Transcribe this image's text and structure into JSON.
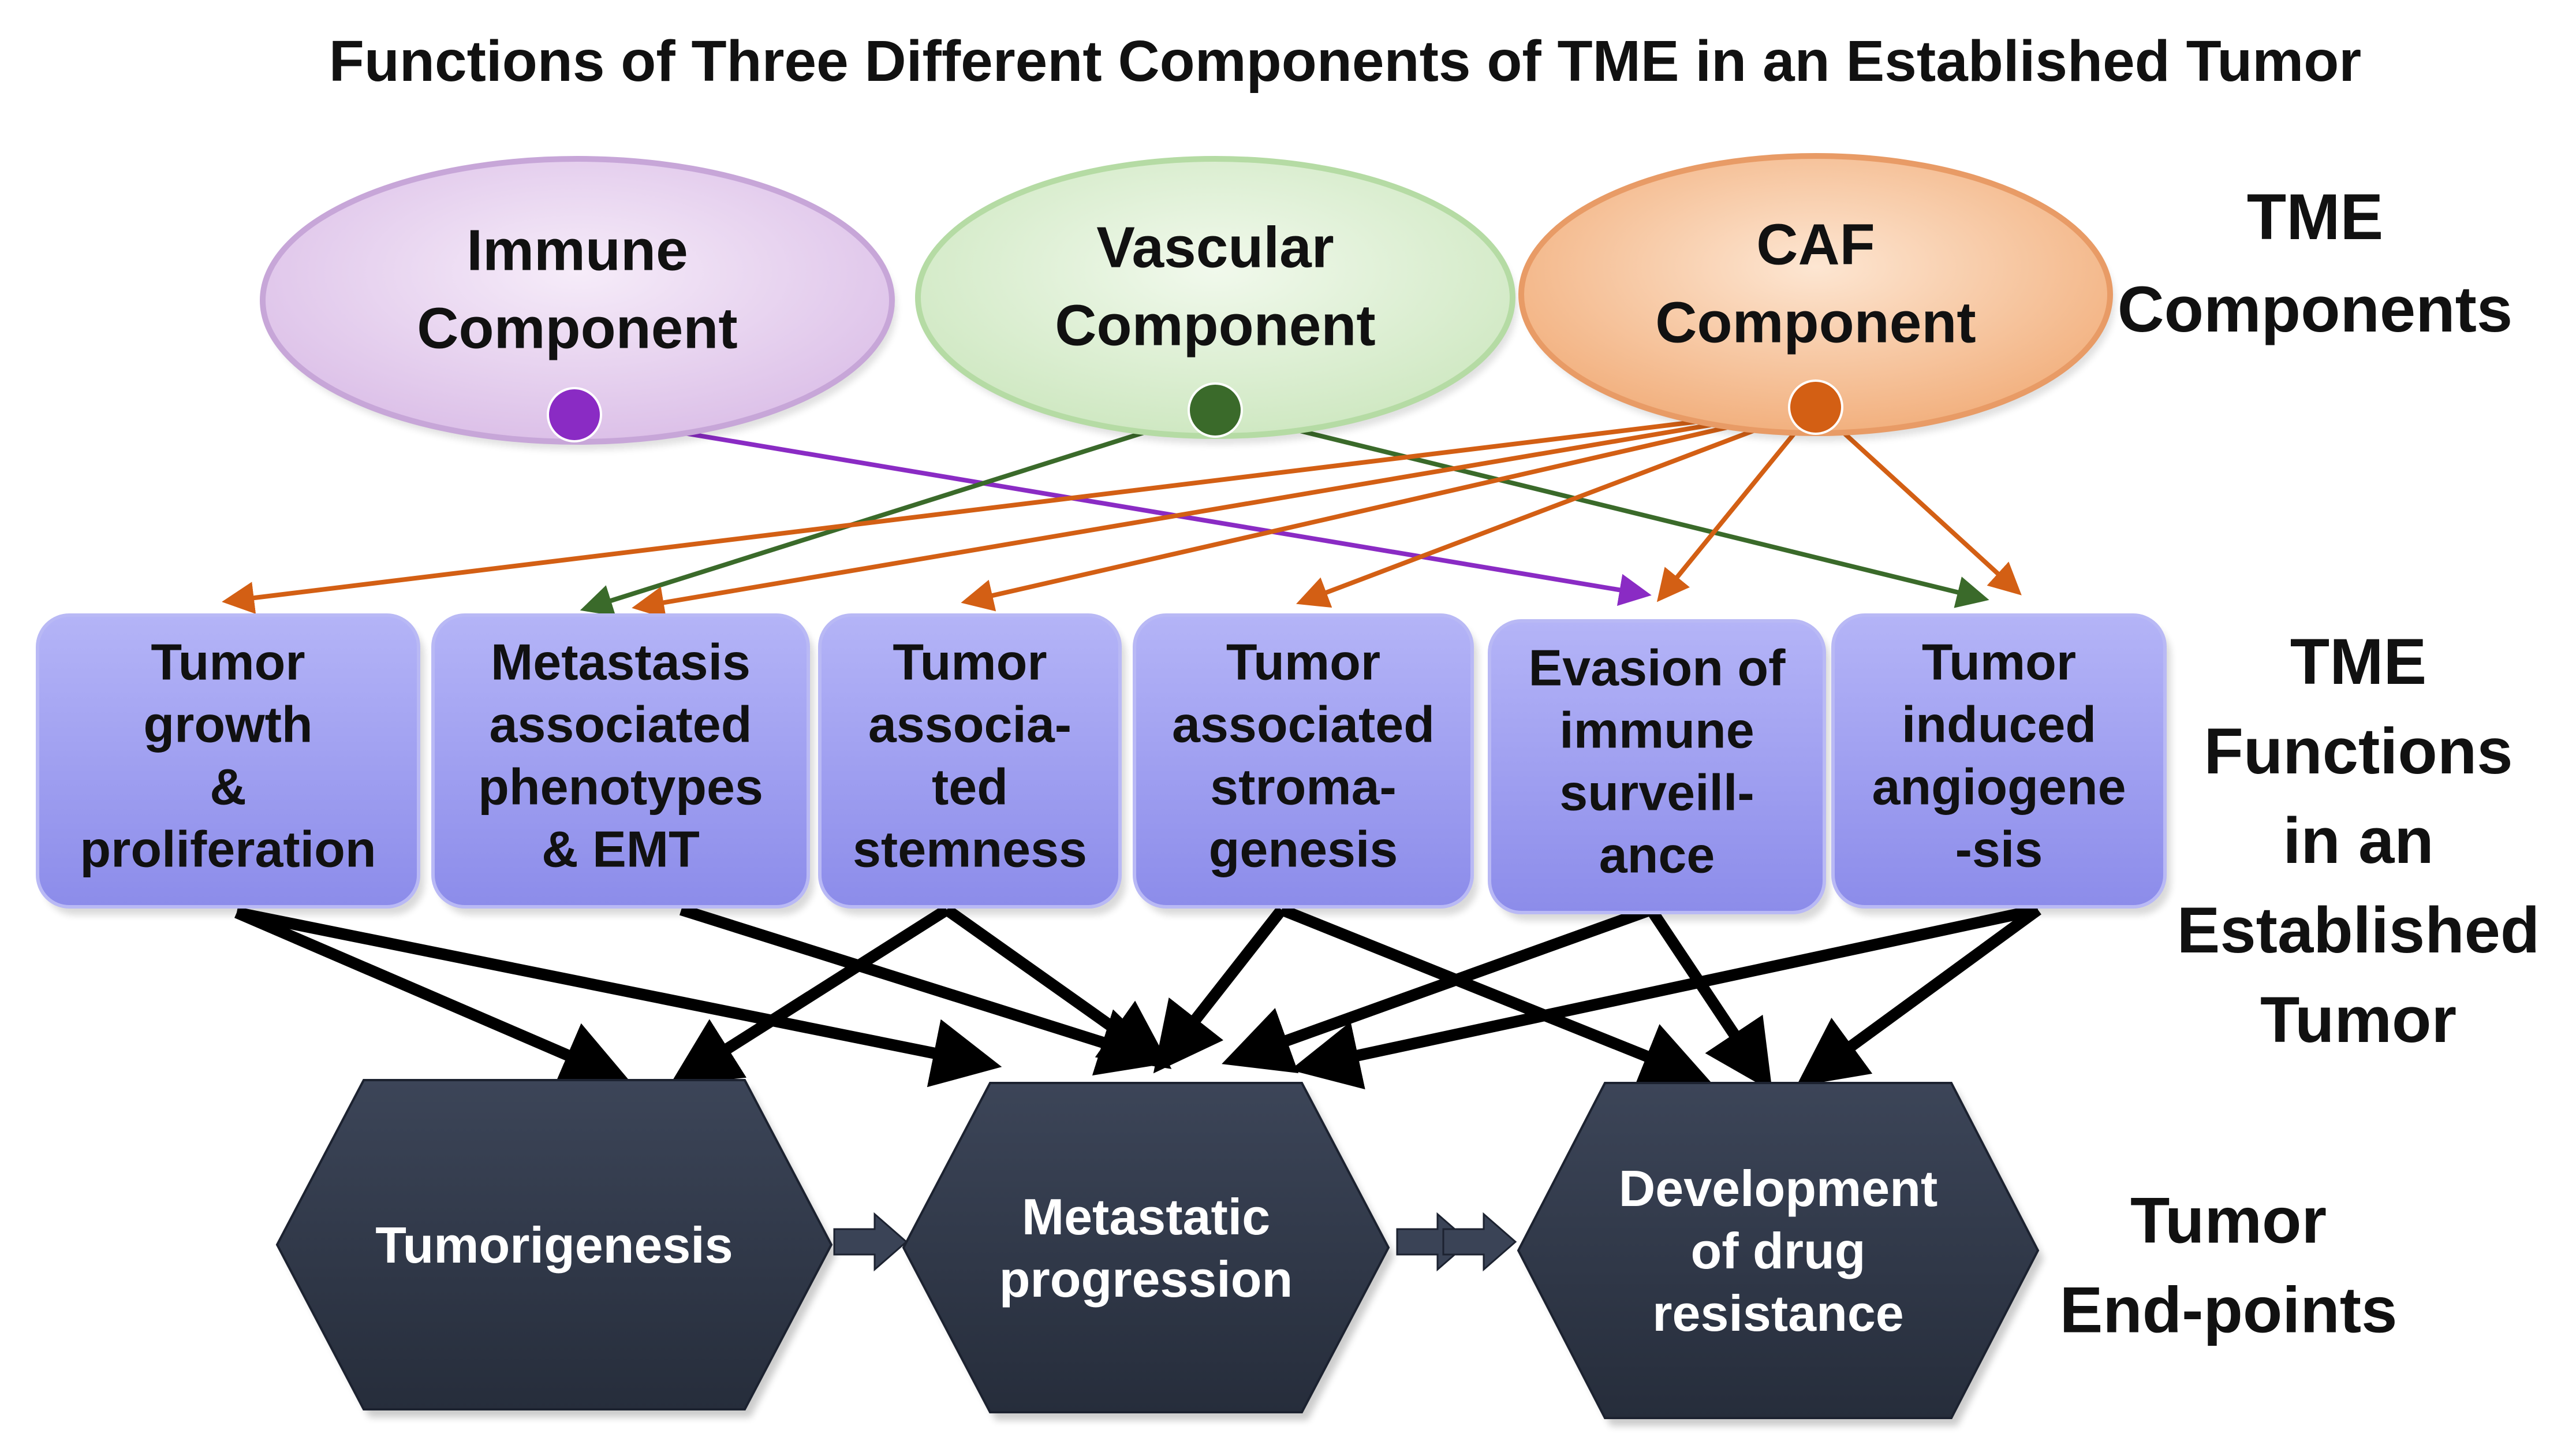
{
  "title": "Functions of Three Different Components of TME in an Established Tumor",
  "components": [
    {
      "id": "immune",
      "lines": [
        "Immune",
        "Component"
      ],
      "color": "#8a2bc4"
    },
    {
      "id": "vascular",
      "lines": [
        "Vascular",
        "Component"
      ],
      "color": "#3a6a2a"
    },
    {
      "id": "caf",
      "lines": [
        "CAF",
        "Component"
      ],
      "color": "#d35f14"
    }
  ],
  "functions": [
    {
      "id": "growth",
      "lines": [
        "Tumor",
        "growth",
        "&",
        "proliferation"
      ]
    },
    {
      "id": "metastasis",
      "lines": [
        "Metastasis",
        "associated",
        "phenotypes",
        "& EMT"
      ]
    },
    {
      "id": "stemness",
      "lines": [
        "Tumor",
        "associa-",
        "ted",
        "stemness"
      ]
    },
    {
      "id": "stroma",
      "lines": [
        "Tumor",
        "associated",
        "stroma-",
        "genesis"
      ]
    },
    {
      "id": "evasion",
      "lines": [
        "Evasion of",
        "immune",
        "surveill-",
        "ance"
      ]
    },
    {
      "id": "angio",
      "lines": [
        "Tumor",
        "induced",
        "angiogene",
        "-sis"
      ]
    }
  ],
  "endpoints": [
    {
      "id": "tumorigenesis",
      "lines": [
        "Tumorigenesis"
      ]
    },
    {
      "id": "metastatic",
      "lines": [
        "Metastatic",
        "progression"
      ]
    },
    {
      "id": "resistance",
      "lines": [
        "Development",
        "of drug",
        "resistance"
      ]
    }
  ],
  "row_labels": {
    "components": [
      "TME",
      "Components"
    ],
    "functions": [
      "TME",
      "Functions",
      "in an",
      "Established",
      "Tumor"
    ],
    "endpoints": [
      "Tumor",
      "End-points"
    ]
  },
  "links": {
    "component_to_function": [
      {
        "from": "immune",
        "to": "evasion"
      },
      {
        "from": "vascular",
        "to": "metastasis"
      },
      {
        "from": "vascular",
        "to": "angio"
      },
      {
        "from": "caf",
        "to": "growth"
      },
      {
        "from": "caf",
        "to": "metastasis"
      },
      {
        "from": "caf",
        "to": "stemness"
      },
      {
        "from": "caf",
        "to": "stroma"
      },
      {
        "from": "caf",
        "to": "evasion"
      },
      {
        "from": "caf",
        "to": "angio"
      }
    ],
    "function_to_endpoint": [
      {
        "from": "growth",
        "to": "tumorigenesis"
      },
      {
        "from": "growth",
        "to": "metastatic"
      },
      {
        "from": "metastasis",
        "to": "metastatic"
      },
      {
        "from": "stemness",
        "to": "tumorigenesis"
      },
      {
        "from": "stemness",
        "to": "metastatic"
      },
      {
        "from": "stroma",
        "to": "metastatic"
      },
      {
        "from": "stroma",
        "to": "resistance"
      },
      {
        "from": "evasion",
        "to": "metastatic"
      },
      {
        "from": "evasion",
        "to": "resistance"
      },
      {
        "from": "angio",
        "to": "metastatic"
      },
      {
        "from": "angio",
        "to": "resistance"
      }
    ]
  },
  "colors": {
    "immune_fill": "#e8d4ef",
    "vascular_fill": "#dcefd3",
    "caf_fill": "#f7c9a3",
    "function_fill": "#9e9ef2",
    "endpoint_fill": "#323a4b",
    "endpoint_text": "#ffffff",
    "arrow_black": "#000000"
  }
}
